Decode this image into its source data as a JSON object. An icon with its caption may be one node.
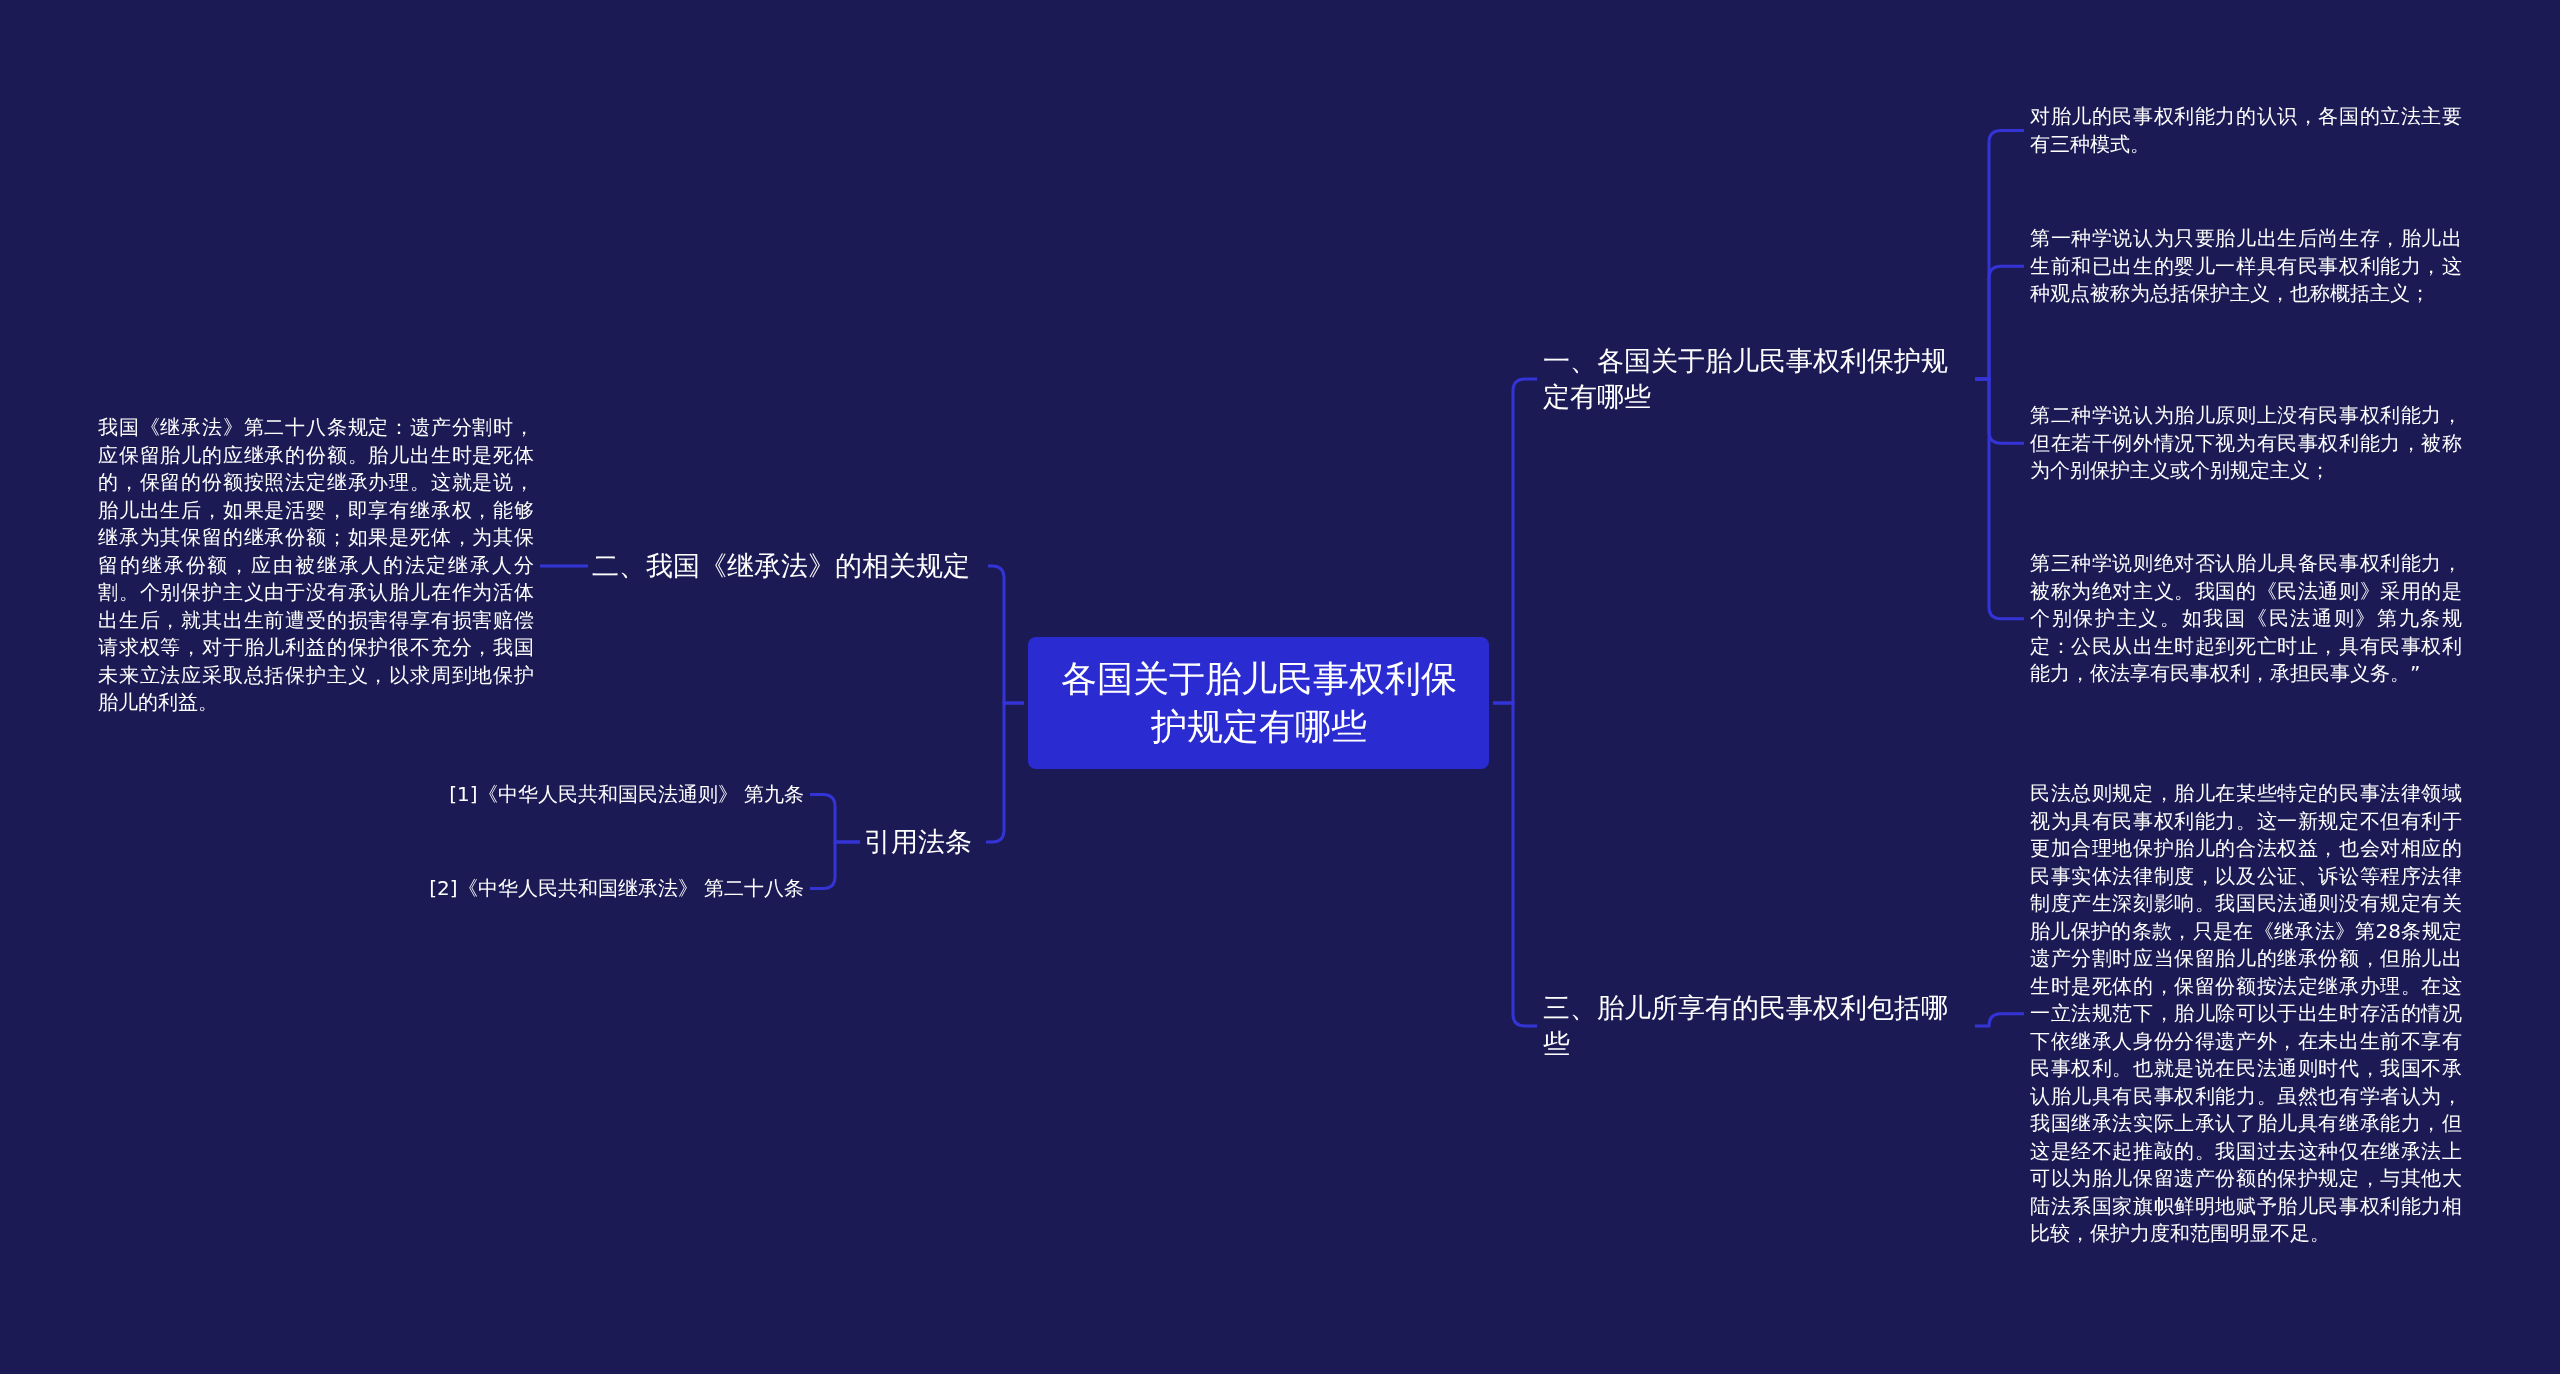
{
  "diagram": {
    "nodes": [
      {
        "text": [
          "各国关于胎儿民事权利保护规定有哪些"
        ]
      },
      {
        "text": [
          "一、各国关于胎儿民事权利保护规定有哪些"
        ]
      },
      {
        "text": [
          "对胎儿的民事权利能力的认识，各国的立法主要有三种模式。"
        ]
      },
      {
        "text": [
          "第一种学说认为只要胎儿出生后尚生存，胎儿出生前和已出生的婴儿一样具有民事权利能力，这种观点被称为总括保护主义，也称概括主义；"
        ]
      },
      {
        "text": [
          "第二种学说认为胎儿原则上没有民事权利能力，但在若干例外情况下视为有民事权利能力，被称为个别保护主义或个别规定主义；"
        ]
      },
      {
        "text": [
          "第三种学说则绝对否认胎儿具备民事权利能力，被称为绝对主义。我国的《民法通则》采用的是个别保护主义。如我国《民法通则》第九条规定：公民从出生时起到死亡时止，具有民事权利能力，依法享有民事权利，承担民事义务。”"
        ]
      },
      {
        "text": [
          "三、胎儿所享有的民事权利包括哪些"
        ]
      },
      {
        "text": [
          "民法总则规定，胎儿在某些特定的民事法律领域视为具有民事权利能力。这一新规定不但有利于更加合理地保护胎儿的合法权益，也会对相应的民事实体法律制度，以及公证、诉讼等程序法律制度产生深刻影响。我国民法通则没有规定有关胎儿保护的条款，只是在《继承法》第28条规定遗产分割时应当保留胎儿的继承份额，但胎儿出生时是死体的，保留份额按法定继承办理。在这一立法规范下，胎儿除可以于出生时存活的情况下依继承人身份分得遗产外，在未出生前不享有民事权利。也就是说在民法通则时代，我国不承认胎儿具有民事权利能力。虽然也有学者认为，我国继承法实际上承认了胎儿具有继承能力，但这是经不起推敲的。我国过去这种仅在继承法上可以为胎儿保留遗产份额的保护规定，与其他大陆法系国家旗帜鲜明地赋予胎儿民事权利能力相比较，保护力度和范围明显不足。"
        ]
      },
      {
        "text": [
          "二、我国《继承法》的相关规定"
        ]
      },
      {
        "text": [
          "我国《继承法》第二十八条规定：遗产分割时，应保留胎儿的应继承的份额。胎儿出生时是死体的，保留的份额按照法定继承办理。这就是说，胎儿出生后，如果是活婴，即享有继承权，能够继承为其保留的继承份额；如果是死体，为其保留的继承份额，应由被继承人的法定继承人分割。个别保护主义由于没有承认胎儿在作为活体出生后，就其出生前遭受的损害得享有损害赔偿请求权等，对于胎儿利益的保护很不充分，我国未来立法应采取总括保护主义，以求周到地保护胎儿的利益。"
        ]
      },
      {
        "text": [
          "引用法条"
        ]
      },
      {
        "text": [
          "[1]《中华人民共和国民法通则》 第九条"
        ]
      },
      {
        "text": [
          "[2]《中华人民共和国继承法》 第二十八条"
        ]
      }
    ],
    "edges": [
      {
        "from": 0,
        "to": 1,
        "arrow": "none"
      },
      {
        "from": 1,
        "to": 2,
        "arrow": "none"
      },
      {
        "from": 1,
        "to": 3,
        "arrow": "none"
      },
      {
        "from": 1,
        "to": 4,
        "arrow": "none"
      },
      {
        "from": 1,
        "to": 5,
        "arrow": "none"
      },
      {
        "from": 0,
        "to": 6,
        "arrow": "none"
      },
      {
        "from": 6,
        "to": 7,
        "arrow": "none"
      },
      {
        "from": 0,
        "to": 8,
        "arrow": "none"
      },
      {
        "from": 8,
        "to": 9,
        "arrow": "none"
      },
      {
        "from": 0,
        "to": 10,
        "arrow": "none"
      },
      {
        "from": 10,
        "to": 11,
        "arrow": "none"
      },
      {
        "from": 10,
        "to": 12,
        "arrow": "none"
      }
    ]
  }
}
